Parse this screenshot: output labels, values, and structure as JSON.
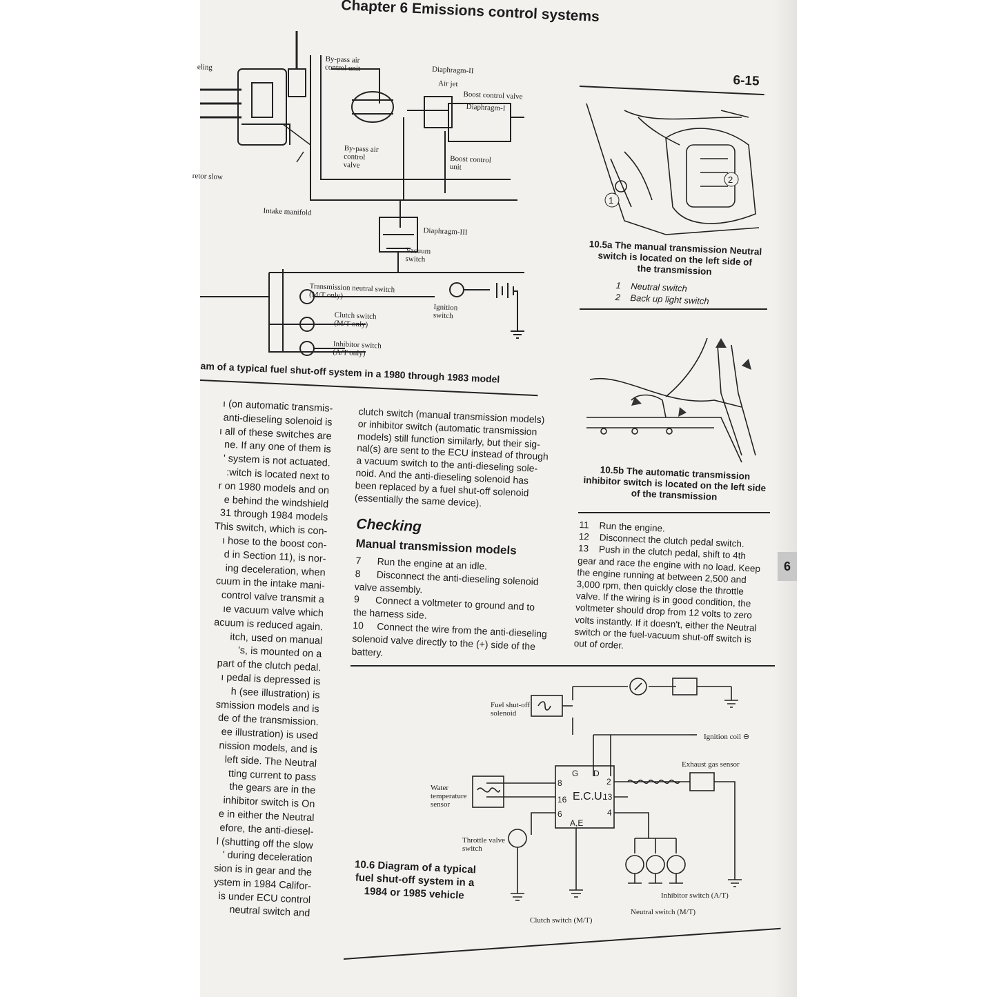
{
  "header": {
    "chapter": "Chapter 6  Emissions control systems",
    "page_number": "6-15",
    "side_tab": "6"
  },
  "fig_top": {
    "labels": {
      "eling": "eling",
      "bypass_air_control_unit": [
        "By-pass air",
        "control unit"
      ],
      "diaphragm_ii": "Diaphragm-II",
      "air_jet": "Air jet",
      "boost_control_valve": "Boost control valve",
      "diaphragm_i": "Diaphragm-I",
      "bypass_air_control_valve": [
        "By-pass air",
        "control",
        "valve"
      ],
      "boost_control_unit": [
        "Boost control",
        "unit"
      ],
      "retor_slow": "retor slow",
      "intake_manifold": "Intake manifold",
      "diaphragm_iii": "Diaphragm-III",
      "vacuum_switch": [
        "Vacuum",
        "switch"
      ],
      "transmission_neutral_switch": [
        "Transmission neutral switch",
        "(M/T only)"
      ],
      "ignition_switch": [
        "Ignition",
        "switch"
      ],
      "clutch_switch": [
        "Clutch switch",
        "(M/T only)"
      ],
      "inhibitor_switch": [
        "Inhibitor switch",
        "(A/T only)"
      ]
    },
    "caption": "am of a typical fuel shut-off system in a 1980 through 1983 model"
  },
  "fig_105a": {
    "caption": [
      "10.5a  The manual transmission Neutral",
      "switch is located on the left side of",
      "the transmission"
    ],
    "legend": [
      {
        "num": "1",
        "text": "Neutral switch"
      },
      {
        "num": "2",
        "text": "Back up light switch"
      }
    ],
    "callouts": [
      "1",
      "2"
    ]
  },
  "fig_105b": {
    "caption": [
      "10.5b  The automatic transmission",
      "inhibitor switch is located on the left side",
      "of the transmission"
    ]
  },
  "left_column": [
    "ı (on automatic transmis-",
    "anti-dieseling solenoid is",
    "ı all of these switches are",
    "ne. If any one of them is",
    "' system is not actuated.",
    ":witch is located next to",
    "r on 1980 models and on",
    "e behind the windshield",
    "31 through 1984 models",
    "This switch, which is con-",
    "ı hose to the boost con-",
    "d in Section 11), is nor-",
    "ing deceleration, when",
    "cuum in the intake mani-",
    "control valve transmit a",
    "ıe vacuum valve which",
    "acuum is reduced again.",
    "itch, used on manual",
    "'s, is mounted on a",
    "part of the clutch pedal.",
    "ı pedal is depressed is",
    "",
    "h (see illustration) is",
    "smission models and is",
    "de of the transmission.",
    "ee illustration) is used",
    "nission models, and is",
    "left side. The Neutral",
    "tting current to pass",
    "the gears are in the",
    "inhibitor switch is On",
    "e in either the Neutral",
    "efore, the anti-diesel-",
    "l (shutting off the slow",
    "' during deceleration",
    "sion is in gear and the",
    "",
    "ystem in 1984 Califor-",
    "is under ECU control",
    "neutral switch and"
  ],
  "middle_column": {
    "intro": [
      "clutch switch (manual transmission models)",
      "or inhibitor switch (automatic transmission",
      "models) still function similarly, but their sig-",
      "nal(s) are sent to the ECU instead of through",
      "a vacuum switch to the anti-dieseling sole-",
      "noid. And the anti-dieseling solenoid has",
      "been replaced by a fuel shut-off solenoid",
      "(essentially the same device)."
    ],
    "heading": "Checking",
    "subheading": "Manual transmission models",
    "steps": [
      "7      Run the engine at an idle.",
      "8      Disconnect the anti-dieseling solenoid",
      "valve assembly.",
      "9      Connect a voltmeter to ground and to",
      "the harness side.",
      "10     Connect the wire from the anti-dieseling",
      "solenoid valve directly to the (+) side of the",
      "battery."
    ]
  },
  "right_column": [
    "11    Run the engine.",
    "12    Disconnect the clutch pedal switch.",
    "13    Push in the clutch pedal, shift to 4th",
    "gear and race the engine with no load. Keep",
    "the engine running at between 2,500 and",
    "3,000 rpm, then quickly close the throttle",
    "valve. If the wiring is in good condition, the",
    "voltmeter should drop from 12 volts to zero",
    "volts instantly. If it doesn't, either the Neutral",
    "switch or the fuel-vacuum shut-off switch is",
    "out of order."
  ],
  "fig_106": {
    "labels": {
      "fuel_shutoff_solenoid": [
        "Fuel shut-off",
        "solenoid"
      ],
      "ignition_coil": "Ignition coil ⊖",
      "exhaust_gas_sensor": "Exhaust gas sensor",
      "water_temperature_sensor": [
        "Water",
        "temperature",
        "sensor"
      ],
      "ecu": "E.C.U.",
      "ecu_pins": {
        "g": "G",
        "d": "D",
        "p8": "8",
        "p16": "16",
        "p6": "6",
        "p2": "2",
        "p13": "13",
        "p4": "4",
        "ae": "A,E"
      },
      "throttle_valve_switch": [
        "Throttle valve",
        "switch"
      ],
      "inhibitor_switch": "Inhibitor switch (A/T)",
      "neutral_switch": "Neutral switch (M/T)",
      "clutch_switch": "Clutch switch (M/T)"
    },
    "caption": [
      "10.6  Diagram of a typical",
      "fuel shut-off system in a",
      "1984 or 1985 vehicle"
    ]
  }
}
